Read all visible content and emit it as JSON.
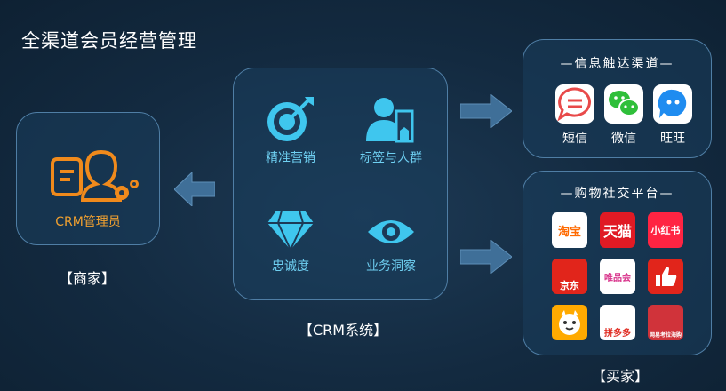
{
  "title": "全渠道会员经营管理",
  "merchant": {
    "icon_label": "CRM管理员",
    "caption": "【商家】"
  },
  "crm": {
    "caption": "【CRM系统】",
    "items": [
      {
        "label": "精准营销",
        "icon": "target-icon"
      },
      {
        "label": "标签与人群",
        "icon": "person-tag-icon"
      },
      {
        "label": "忠诚度",
        "icon": "diamond-icon"
      },
      {
        "label": "业务洞察",
        "icon": "eye-icon"
      }
    ]
  },
  "channel": {
    "title": "—信息触达渠道—",
    "apps": [
      {
        "label": "短信",
        "icon": "sms-icon",
        "color": "#e84a4a"
      },
      {
        "label": "微信",
        "icon": "wechat-icon",
        "color": "#2fbf3a"
      },
      {
        "label": "旺旺",
        "icon": "wangwang-icon",
        "color": "#1f8cf0"
      }
    ]
  },
  "platform": {
    "title": "—购物社交平台—",
    "apps": [
      {
        "text": "淘宝",
        "icon": "taobao-icon",
        "color": "#ff6a00"
      },
      {
        "text": "天猫",
        "icon": "tmall-icon",
        "color": "#e01a24"
      },
      {
        "text": "小红书",
        "icon": "xiaohongshu-icon",
        "color": "#ff2442"
      },
      {
        "text": "京东",
        "icon": "jd-icon",
        "color": "#e1251b"
      },
      {
        "text": "唯品会",
        "icon": "vipshop-icon",
        "color": "#d8318a"
      },
      {
        "text": "",
        "icon": "thumbs-up-icon",
        "color": "#e1251b"
      },
      {
        "text": "",
        "icon": "suning-icon",
        "color": "#ffaa00"
      },
      {
        "text": "拼多多",
        "icon": "pinduoduo-icon",
        "color": "#e02e24"
      },
      {
        "text": "网易考拉海购",
        "icon": "kaola-icon",
        "color": "#d0333a"
      }
    ],
    "caption": "【买家】"
  }
}
